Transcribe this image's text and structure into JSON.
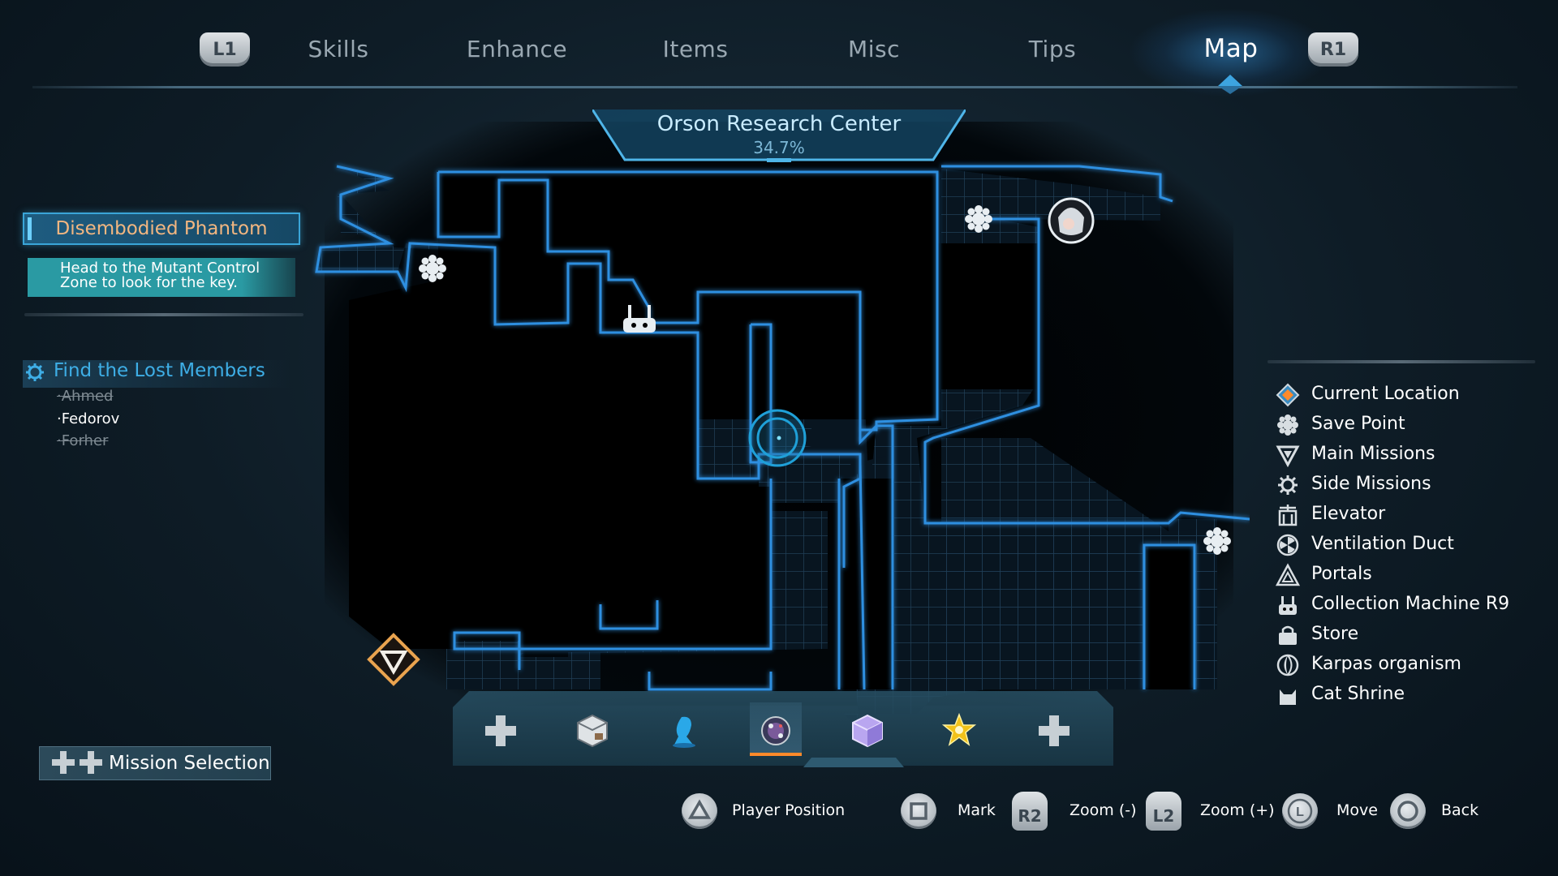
{
  "nav": {
    "left_button": "L1",
    "right_button": "R1",
    "tabs": [
      {
        "label": "Skills",
        "active": false
      },
      {
        "label": "Enhance",
        "active": false
      },
      {
        "label": "Items",
        "active": false
      },
      {
        "label": "Misc",
        "active": false
      },
      {
        "label": "Tips",
        "active": false
      },
      {
        "label": "Map",
        "active": true
      }
    ]
  },
  "main_mission": {
    "title": "Disembodied Phantom",
    "description_line1": "Head to the Mutant Control",
    "description_line2": "Zone to look for the key."
  },
  "side_mission": {
    "title": "Find the Lost Members",
    "members": [
      {
        "name": "·Ahmed",
        "status": "done"
      },
      {
        "name": "·Fedorov",
        "status": "active"
      },
      {
        "name": "·Forher",
        "status": "done"
      }
    ]
  },
  "mission_selection": {
    "label": "Mission Selection",
    "icon": "dpad-icon"
  },
  "map": {
    "area_name": "Orson Research Center",
    "completion": "34.7%"
  },
  "legend": [
    {
      "label": "Current Location",
      "icon": "current-location-icon"
    },
    {
      "label": "Save Point",
      "icon": "save-point-icon"
    },
    {
      "label": "Main Missions",
      "icon": "main-mission-icon"
    },
    {
      "label": "Side Missions",
      "icon": "side-mission-icon"
    },
    {
      "label": "Elevator",
      "icon": "elevator-icon"
    },
    {
      "label": "Ventilation Duct",
      "icon": "ventilation-duct-icon"
    },
    {
      "label": "Portals",
      "icon": "portal-icon"
    },
    {
      "label": "Collection Machine R9",
      "icon": "collection-machine-icon"
    },
    {
      "label": "Store",
      "icon": "store-icon"
    },
    {
      "label": "Karpas organism",
      "icon": "karpas-organism-icon"
    },
    {
      "label": "Cat Shrine",
      "icon": "cat-shrine-icon"
    }
  ],
  "icon_bar": {
    "icons": [
      "dpad-left-icon",
      "cube-icon",
      "blue-figure-icon",
      "orb-icon",
      "crystal-cube-icon",
      "gold-star-icon",
      "dpad-right-icon"
    ],
    "selected_index": 3
  },
  "controls": [
    {
      "button": "triangle-button-icon",
      "label": "Player Position"
    },
    {
      "button": "square-button-icon",
      "label": "Mark"
    },
    {
      "button_label": "R2",
      "label": "Zoom (-)"
    },
    {
      "button_label": "L2",
      "label": "Zoom (+)"
    },
    {
      "button": "left-stick-icon",
      "label": "Move"
    },
    {
      "button": "circle-button-icon",
      "label": "Back"
    }
  ],
  "colors": {
    "accent_blue": "#3eaee6",
    "mission_title_text": "#f2b680",
    "mission_desc_bg": "#2a9aa3",
    "map_wall": "#2f8fe0",
    "selected_underline": "#ff8a2a"
  }
}
